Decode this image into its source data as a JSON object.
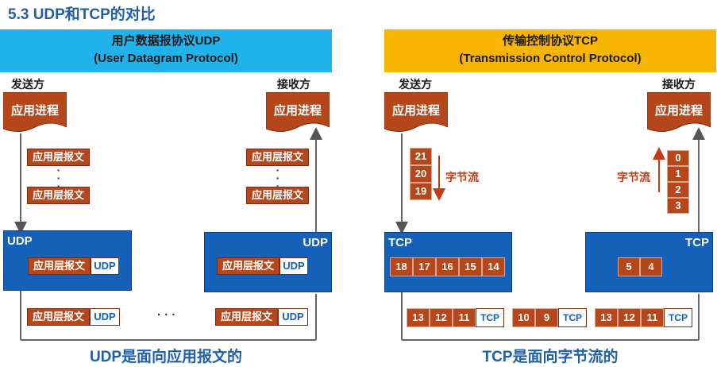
{
  "title": "5.3 UDP和TCP的对比",
  "udp_header": {
    "line1": "用户数据报协议UDP",
    "line2": "(User Datagram Protocol)"
  },
  "tcp_header": {
    "line1": "传输控制协议TCP",
    "line2": "(Transmission Control Protocol)"
  },
  "sender": "发送方",
  "receiver": "接收方",
  "app_process": "应用进程",
  "app_message": "应用层报文",
  "udp": "UDP",
  "tcp": "TCP",
  "byte_stream": "字节流",
  "ellipsis": "· · ·",
  "vdots": "·\n·\n·",
  "send_stream": [
    "21",
    "20",
    "19"
  ],
  "recv_stream": [
    "0",
    "1",
    "2",
    "3"
  ],
  "tcp_send_buffer": [
    "18",
    "17",
    "16",
    "15",
    "14"
  ],
  "tcp_recv_buffer": [
    "5",
    "4"
  ],
  "segments": [
    {
      "bytes": [
        "13",
        "12",
        "11"
      ],
      "tag": "TCP"
    },
    {
      "bytes": [
        "10",
        "9"
      ],
      "tag": "TCP"
    },
    {
      "bytes": [
        "13",
        "12",
        "11"
      ],
      "tag": "TCP"
    }
  ],
  "udp_caption": "UDP是面向应用报文的",
  "tcp_caption": "TCP是面向字节流的",
  "colors": {
    "udp_header": "#20b2ea",
    "tcp_header": "#f7b500",
    "box": "#1560b8",
    "message": "#b5471b",
    "caption": "#1f5fa8"
  }
}
